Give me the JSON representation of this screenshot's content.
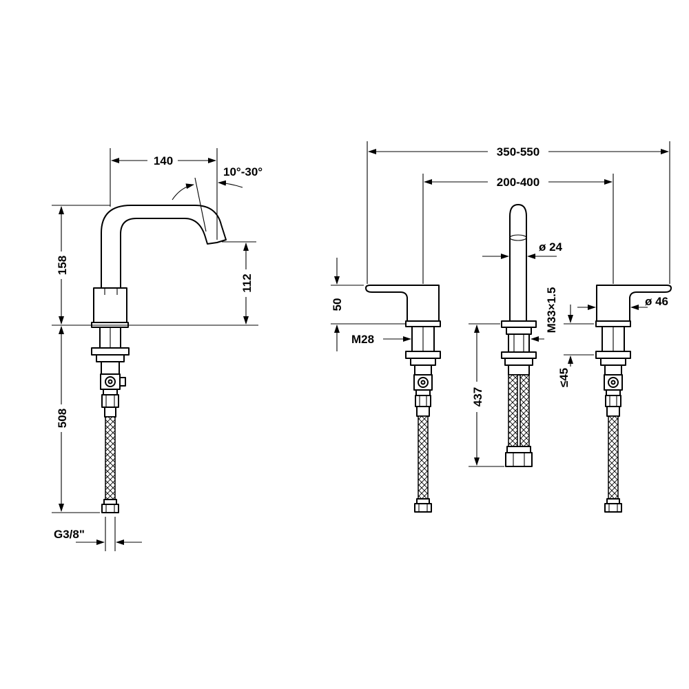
{
  "side_view": {
    "spout_reach": "140",
    "swivel_angle": "10°-30°",
    "body_height": "158",
    "outlet_height": "112",
    "hose_length": "508",
    "hose_thread": "G3/8\""
  },
  "front_view": {
    "overall_spread": "350-550",
    "handle_spread": "200-400",
    "spout_diameter": "ø 24",
    "handle_height": "50",
    "handle_thread": "M28",
    "spout_thread": "M33×1.5",
    "handle_diameter": "ø 46",
    "max_deck_thickness": "≤45",
    "spout_hose_length": "437"
  },
  "colors": {
    "line": "#000000",
    "background": "#ffffff"
  }
}
